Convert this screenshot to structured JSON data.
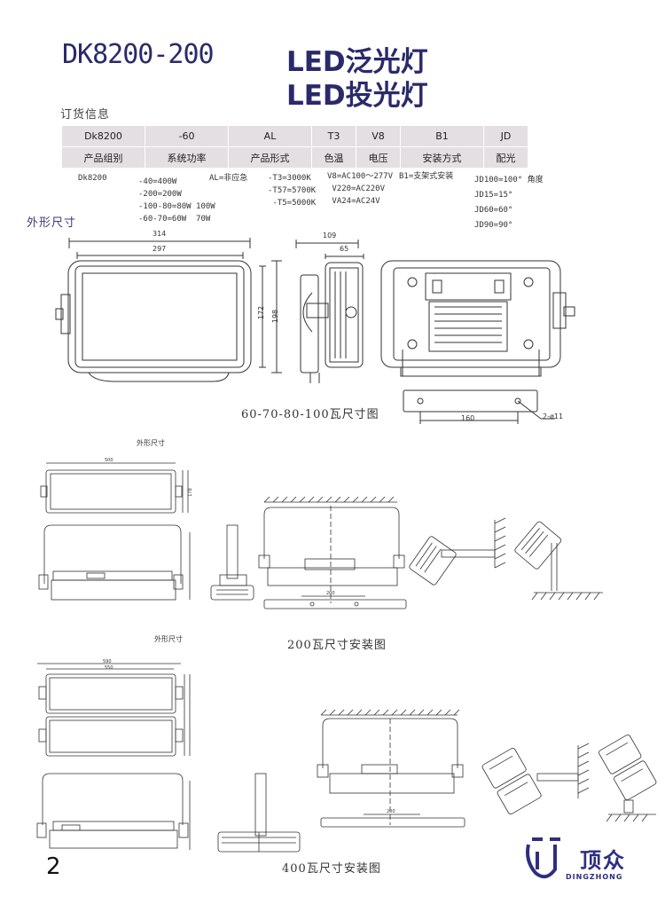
{
  "header": {
    "model": "DK8200-200",
    "title_line1": "LED泛光灯",
    "title_line2": "LED投光灯"
  },
  "order_info": {
    "heading": "订货信息",
    "codes": [
      "Dk8200",
      "-60",
      "AL",
      "T3",
      "V8",
      "B1",
      "JD"
    ],
    "labels": [
      "产品组别",
      "系统功率",
      "产品形式",
      "色温",
      "电压",
      "安装方式",
      "配光"
    ],
    "details": {
      "group": "Dk8200",
      "power": "-40=400W\n-200=200W\n-100-80=80W 100W\n-60-70=60W  70W",
      "form": "AL=非应急",
      "temp": "-T3=3000K\n-T57=5700K\n -T5=5000K",
      "voltage": "V8=AC100～277V\n V220=AC220V\n VA24=AC24V",
      "mount": "B1=支架式安装",
      "optics": "JD100=100° 角度\nJD15=15°\nJD60=60°\nJD90=90°"
    }
  },
  "dimensions": {
    "heading": "外形尺寸",
    "width_outer": "314",
    "width_inner": "297",
    "height_inner": "172",
    "height_outer": "198",
    "depth_outer": "109",
    "depth_inner": "65",
    "bracket_span": "160",
    "hole_spec": "2-ø11",
    "caption": "60-70-80-100瓦尺寸图"
  },
  "section_200": {
    "heading": "外形尺寸",
    "dim_width": "500",
    "dim_side": "178",
    "dim_bracket": "200",
    "caption": "200瓦尺寸安装图"
  },
  "section_400": {
    "heading": "外形尺寸",
    "dim_outer": "590",
    "dim_inner": "550",
    "dim_bracket": "200",
    "caption": "400瓦尺寸安装图"
  },
  "footer": {
    "page_number": "2",
    "brand": "顶众",
    "brand_en": "DINGZHONG"
  },
  "colors": {
    "title": "#2a2a6a",
    "table_bg": "#e3dfe2",
    "brand": "#2e2e80"
  }
}
